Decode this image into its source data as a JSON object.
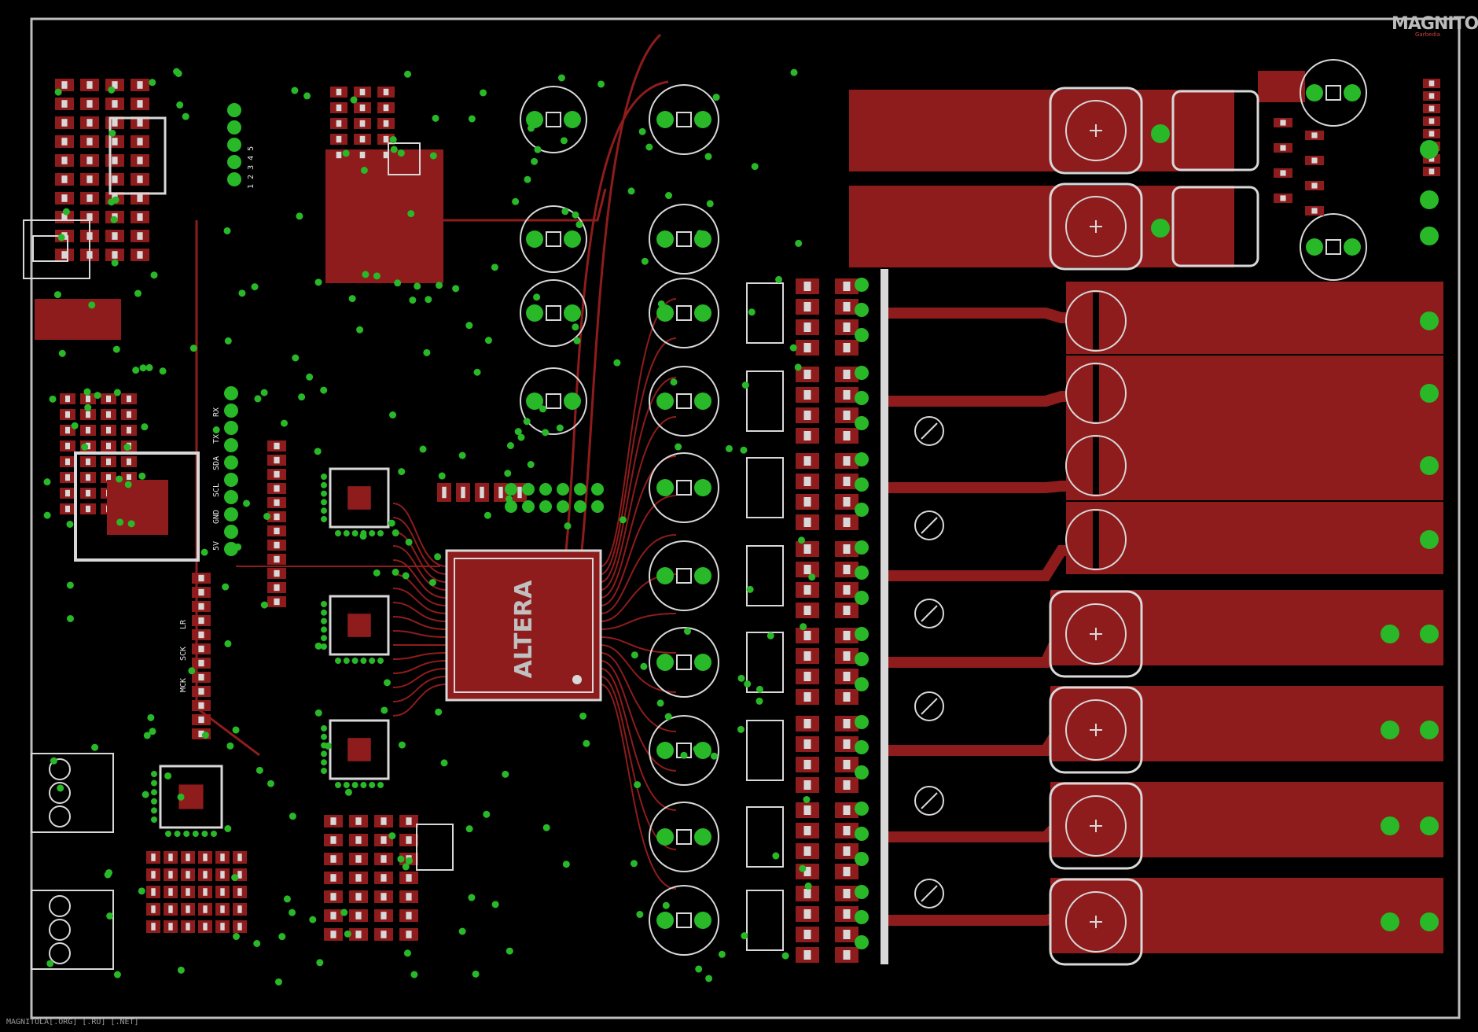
{
  "watermark": {
    "brand": "MAGNITOLA",
    "tagline": "Garbedia"
  },
  "footer": {
    "text": "MAGNITOLA[.ORG] [.RU] [.NET]"
  },
  "chip": {
    "marking": "ALTERA"
  },
  "header_labels": {
    "left": "1 2 3 4 5"
  },
  "side_labels": [
    "5V",
    "GND",
    "SCL",
    "SDA",
    "TX",
    "RX"
  ],
  "mux_labels": [
    "MCK",
    "SCK",
    "LR"
  ],
  "colors": {
    "background": "#000000",
    "copper": "#8e1c1c",
    "pad": "#28b828",
    "silk": "#d8d8d8",
    "outline": "#bdbdbd",
    "via": "#28b828"
  }
}
